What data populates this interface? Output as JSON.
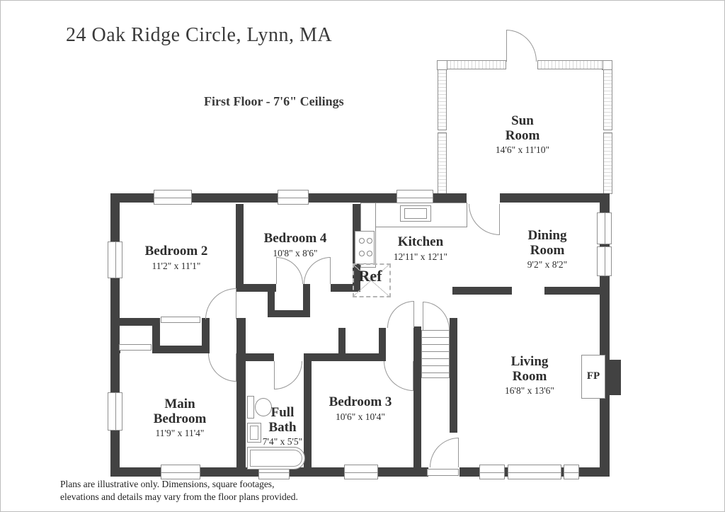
{
  "header": {
    "address": "24 Oak Ridge Circle, Lynn, MA",
    "floor_label": "First Floor - 7'6\" Ceilings"
  },
  "rooms": {
    "sun": {
      "name": "Sun Room",
      "dims": "14'6\" x 11'10\""
    },
    "bedroom2": {
      "name": "Bedroom 2",
      "dims": "11'2\" x 11'1\""
    },
    "bedroom4": {
      "name": "Bedroom 4",
      "dims": "10'8\" x 8'6\""
    },
    "kitchen": {
      "name": "Kitchen",
      "dims": "12'11\" x 12'1\""
    },
    "dining": {
      "name": "Dining Room",
      "dims": "9'2\" x 8'2\""
    },
    "living": {
      "name": "Living Room",
      "dims": "16'8\" x 13'6\""
    },
    "main_bedroom": {
      "name": "Main Bedroom",
      "dims": "11'9\" x 11'4\""
    },
    "full_bath": {
      "name": "Full Bath",
      "dims": "7'4\" x 5'5\""
    },
    "bedroom3": {
      "name": "Bedroom 3",
      "dims": "10'6\" x 10'4\""
    }
  },
  "labels": {
    "refrigerator": "Ref",
    "fireplace": "FP"
  },
  "footer": {
    "line1": "Plans are illustrative only. Dimensions, square footages,",
    "line2": "elevations and details may vary from the floor plans provided."
  },
  "colors": {
    "wall": "#424242",
    "thin_line": "#8f8f8f",
    "text": "#2d2d2d"
  }
}
